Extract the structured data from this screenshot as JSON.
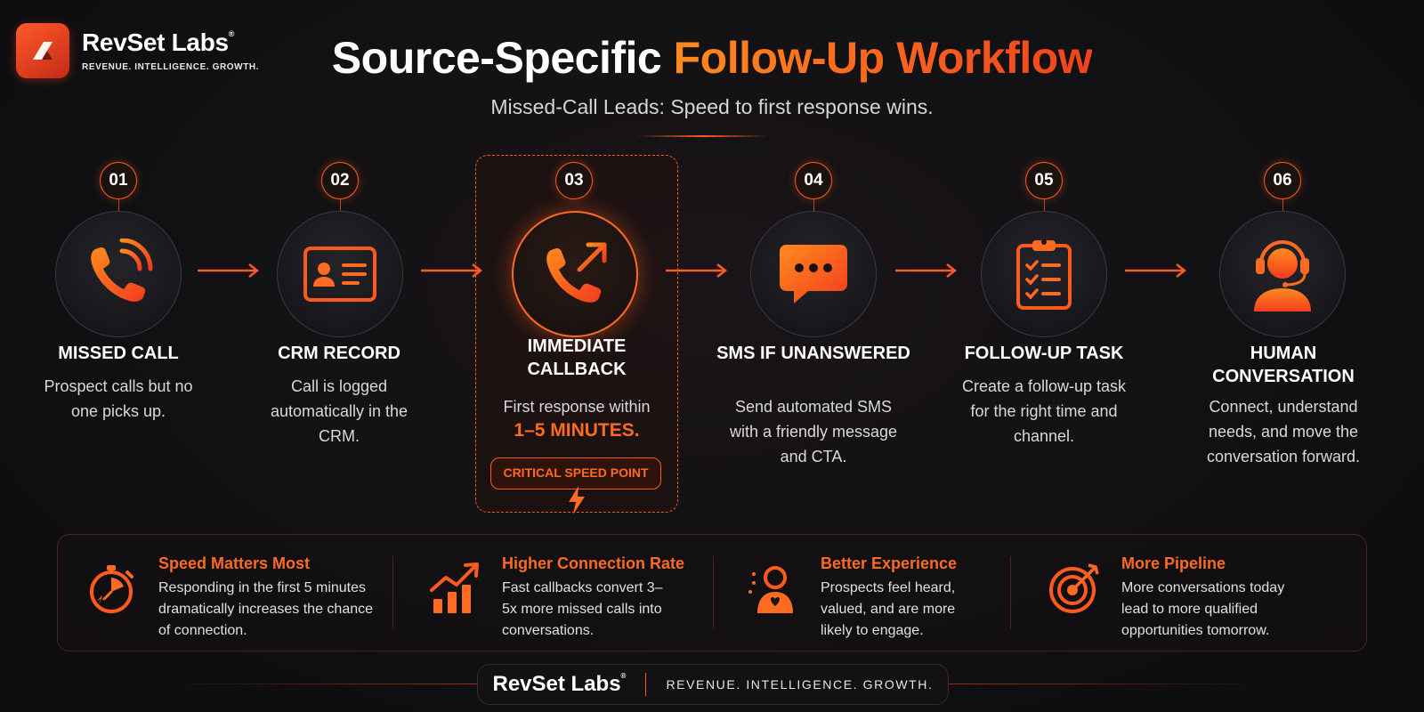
{
  "brand": {
    "name": "RevSet Labs",
    "trademark": "®",
    "tagline": "REVENUE. INTELLIGENCE. GROWTH."
  },
  "header": {
    "title_plain": "Source-Specific",
    "title_accent": "Follow-Up Workflow",
    "subtitle": "Missed-Call Leads: Speed to first response wins."
  },
  "steps": [
    {
      "number": "01",
      "label": "MISSED CALL",
      "description": "Prospect calls but no one picks up.",
      "icon": "phone-ringing-icon"
    },
    {
      "number": "02",
      "label": "CRM RECORD",
      "description": "Call is logged automatically in the CRM.",
      "icon": "id-card-icon"
    },
    {
      "number": "03",
      "label": "IMMEDIATE CALLBACK",
      "description": "First response within",
      "highlight": "1–5 MINUTES.",
      "badge": "CRITICAL SPEED POINT",
      "icon": "phone-outgoing-icon"
    },
    {
      "number": "04",
      "label": "SMS IF UNANSWERED",
      "description": "Send automated SMS with a friendly message and CTA.",
      "icon": "chat-bubble-icon"
    },
    {
      "number": "05",
      "label": "FOLLOW-UP TASK",
      "description": "Create a follow-up task for the right time and channel.",
      "icon": "clipboard-checklist-icon"
    },
    {
      "number": "06",
      "label": "HUMAN CONVERSATION",
      "description": "Connect, understand needs, and move the conversation forward.",
      "icon": "headset-agent-icon"
    }
  ],
  "benefits": [
    {
      "title": "Speed Matters Most",
      "text": "Responding in the first 5 minutes dramatically increases the chance of connection.",
      "icon": "stopwatch-icon"
    },
    {
      "title": "Higher Connection Rate",
      "text": "Fast callbacks convert 3–5x more missed calls into conversations.",
      "icon": "growth-chart-icon"
    },
    {
      "title": "Better Experience",
      "text": "Prospects feel heard, valued, and are more likely to engage.",
      "icon": "person-heart-icon"
    },
    {
      "title": "More Pipeline",
      "text": "More conversations today lead to more qualified opportunities tomorrow.",
      "icon": "target-icon"
    }
  ],
  "colors": {
    "accent": "#ff5a1e",
    "accent_light": "#ff8a1e",
    "background": "#111113"
  }
}
